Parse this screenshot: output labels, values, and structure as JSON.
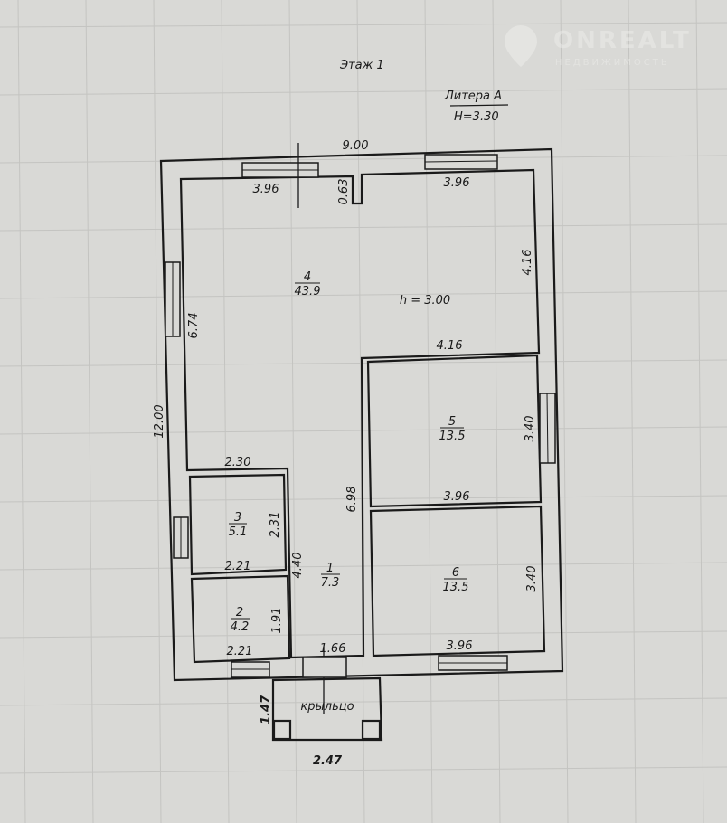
{
  "header": {
    "floor": "Этаж 1",
    "litera": "Литера А",
    "height": "H=3.30"
  },
  "watermark": {
    "brand": "ONREALT",
    "subtitle": "НЕДВИЖИМОСТЬ"
  },
  "ceiling": "h = 3.00",
  "rooms": [
    {
      "num": "4",
      "area": "43.9"
    },
    {
      "num": "5",
      "area": "13.5"
    },
    {
      "num": "6",
      "area": "13.5"
    },
    {
      "num": "3",
      "area": "5.1"
    },
    {
      "num": "2",
      "area": "4.2"
    },
    {
      "num": "1",
      "area": "7.3"
    }
  ],
  "porch": "крыльцо",
  "dims": {
    "top_total": "9.00",
    "top_left": "3.96",
    "top_right": "3.96",
    "notch": "0.63",
    "right_upper": "4.16",
    "mid_horizontal": "4.16",
    "left_upper": "6.74",
    "left_total": "12.00",
    "room5_height": "3.40",
    "room5_width": "3.96",
    "room6_height": "3.40",
    "room6_width": "3.96",
    "corridor_height": "6.98",
    "room3_top": "2.30",
    "room3_height": "2.31",
    "room3_width": "2.21",
    "room1_height": "4.40",
    "room2_height": "1.91",
    "room2_width": "2.21",
    "room1_width": "1.66",
    "porch_depth": "1.47",
    "porch_width": "2.47"
  }
}
